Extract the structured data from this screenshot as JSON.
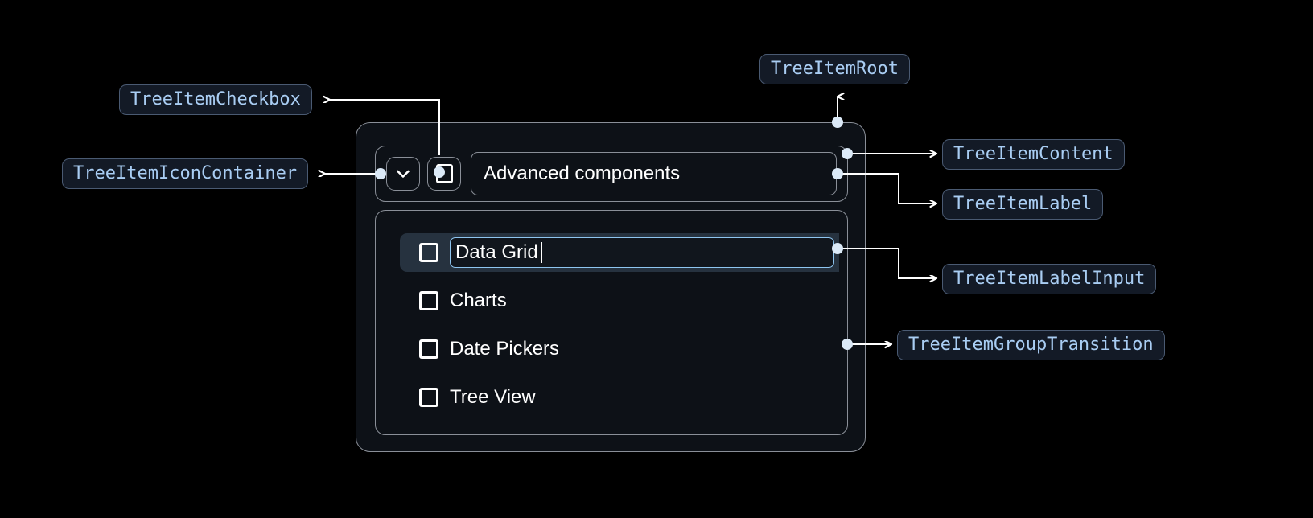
{
  "theme": {
    "page_background": "#000000",
    "panel_background": "#0d1117",
    "panel_border": "#8a8f98",
    "pill_background": "#131a26",
    "pill_border": "#4a5a72",
    "pill_text": "#a9cdf3",
    "connector_color": "#ffffff",
    "selected_row_background": "#26323f",
    "input_focus_border": "#8ec5f0",
    "text_color": "#ffffff"
  },
  "annotations": [
    {
      "id": "tree-item-root",
      "label": "TreeItemRoot"
    },
    {
      "id": "tree-item-checkbox",
      "label": "TreeItemCheckbox"
    },
    {
      "id": "tree-item-icon-container",
      "label": "TreeItemIconContainer"
    },
    {
      "id": "tree-item-content",
      "label": "TreeItemContent"
    },
    {
      "id": "tree-item-label",
      "label": "TreeItemLabel"
    },
    {
      "id": "tree-item-label-input",
      "label": "TreeItemLabelInput"
    },
    {
      "id": "tree-item-group-transition",
      "label": "TreeItemGroupTransition"
    }
  ],
  "tree": {
    "root_item": {
      "expand_icon": "chevron-down-icon",
      "checkbox_icon": "checkbox-unchecked-icon",
      "label": "Advanced components",
      "expanded": true
    },
    "children": [
      {
        "label": "Data Grid",
        "editing": true,
        "selected": true,
        "checkbox_icon": "checkbox-unchecked-icon",
        "input_value": "Data Grid"
      },
      {
        "label": "Charts",
        "editing": false,
        "selected": false,
        "checkbox_icon": "checkbox-unchecked-icon"
      },
      {
        "label": "Date Pickers",
        "editing": false,
        "selected": false,
        "checkbox_icon": "checkbox-unchecked-icon"
      },
      {
        "label": "Tree View",
        "editing": false,
        "selected": false,
        "checkbox_icon": "checkbox-unchecked-icon"
      }
    ]
  }
}
